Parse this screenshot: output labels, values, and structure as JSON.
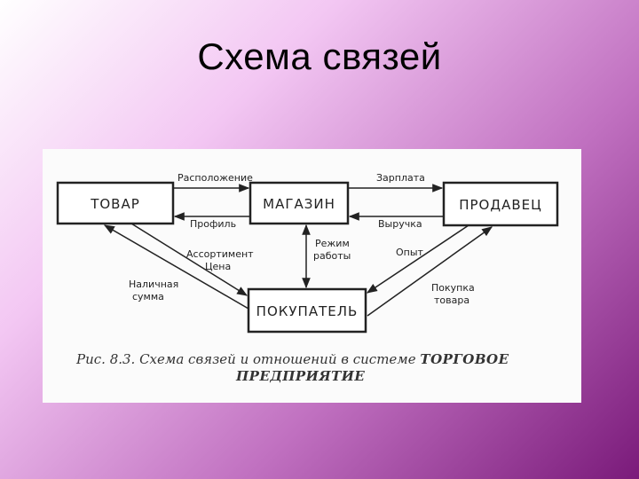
{
  "slide": {
    "title": "Схема связей"
  },
  "diagram": {
    "nodes": {
      "tovar": "ТОВАР",
      "magazin": "МАГАЗИН",
      "prodavec": "ПРОДАВЕЦ",
      "pokupatel": "ПОКУПАТЕЛЬ"
    },
    "edges": {
      "raspolozhenie": "Расположение",
      "profil": "Профиль",
      "zarplata": "Зарплата",
      "vyruchka": "Выручка",
      "assortiment": "Ассортимент",
      "cena": "Цена",
      "nalichnaya": "Наличная",
      "summa": "сумма",
      "rezhim": "Режим",
      "raboty": "работы",
      "opyt": "Опыт",
      "pokupka": "Покупка",
      "tovara": "товара"
    },
    "caption": {
      "main": "Рис. 8.3. Схема связей и отношений в системе",
      "emph1": "ТОРГОВОЕ",
      "emph2": "ПРЕДПРИЯТИЕ"
    }
  }
}
